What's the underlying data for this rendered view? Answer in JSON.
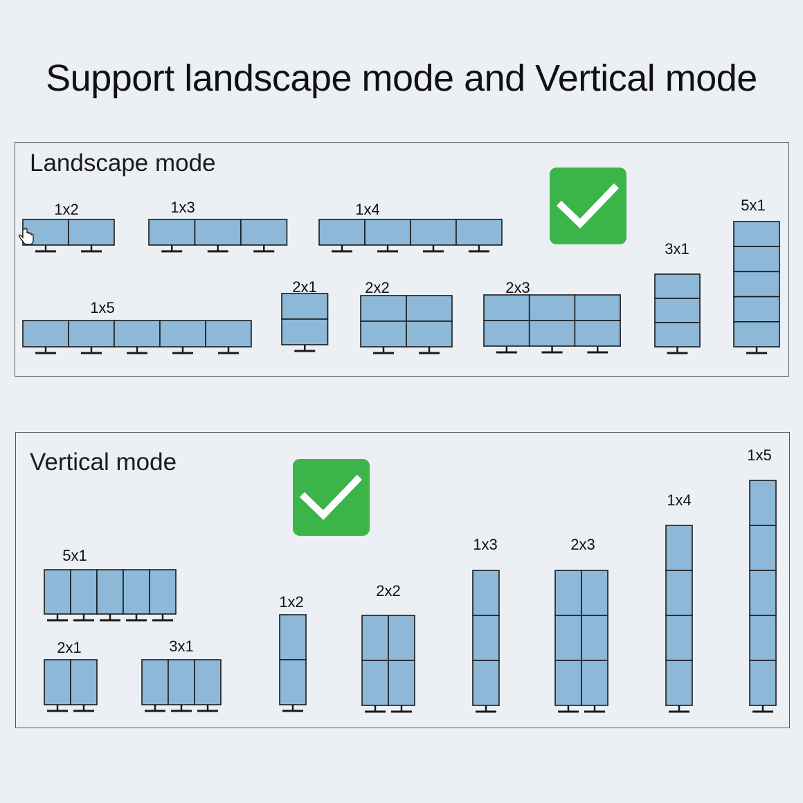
{
  "title": "Support landscape mode and Vertical mode",
  "landscape": {
    "heading": "Landscape mode",
    "layouts": [
      {
        "label": "1x2",
        "cols": 2,
        "rows": 1
      },
      {
        "label": "1x3",
        "cols": 3,
        "rows": 1
      },
      {
        "label": "1x4",
        "cols": 4,
        "rows": 1
      },
      {
        "label": "1x5",
        "cols": 5,
        "rows": 1
      },
      {
        "label": "2x1",
        "cols": 1,
        "rows": 2
      },
      {
        "label": "2x2",
        "cols": 2,
        "rows": 2
      },
      {
        "label": "2x3",
        "cols": 3,
        "rows": 2
      },
      {
        "label": "3x1",
        "cols": 1,
        "rows": 3
      },
      {
        "label": "5x1",
        "cols": 1,
        "rows": 5
      }
    ]
  },
  "vertical": {
    "heading": "Vertical mode",
    "layouts": [
      {
        "label": "5x1",
        "cols": 5,
        "rows": 1
      },
      {
        "label": "2x1",
        "cols": 2,
        "rows": 1
      },
      {
        "label": "3x1",
        "cols": 3,
        "rows": 1
      },
      {
        "label": "1x2",
        "cols": 1,
        "rows": 2
      },
      {
        "label": "2x2",
        "cols": 2,
        "rows": 2
      },
      {
        "label": "1x3",
        "cols": 1,
        "rows": 3
      },
      {
        "label": "2x3",
        "cols": 2,
        "rows": 3
      },
      {
        "label": "1x4",
        "cols": 1,
        "rows": 4
      },
      {
        "label": "1x5",
        "cols": 1,
        "rows": 5
      }
    ]
  },
  "colors": {
    "screen_fill": "#8db8d8",
    "screen_stroke": "#1a1a1a",
    "check_green": "#3bb54a",
    "check_mark": "#ffffff"
  },
  "icons": [
    "checkmark-icon",
    "hand-cursor-icon"
  ]
}
